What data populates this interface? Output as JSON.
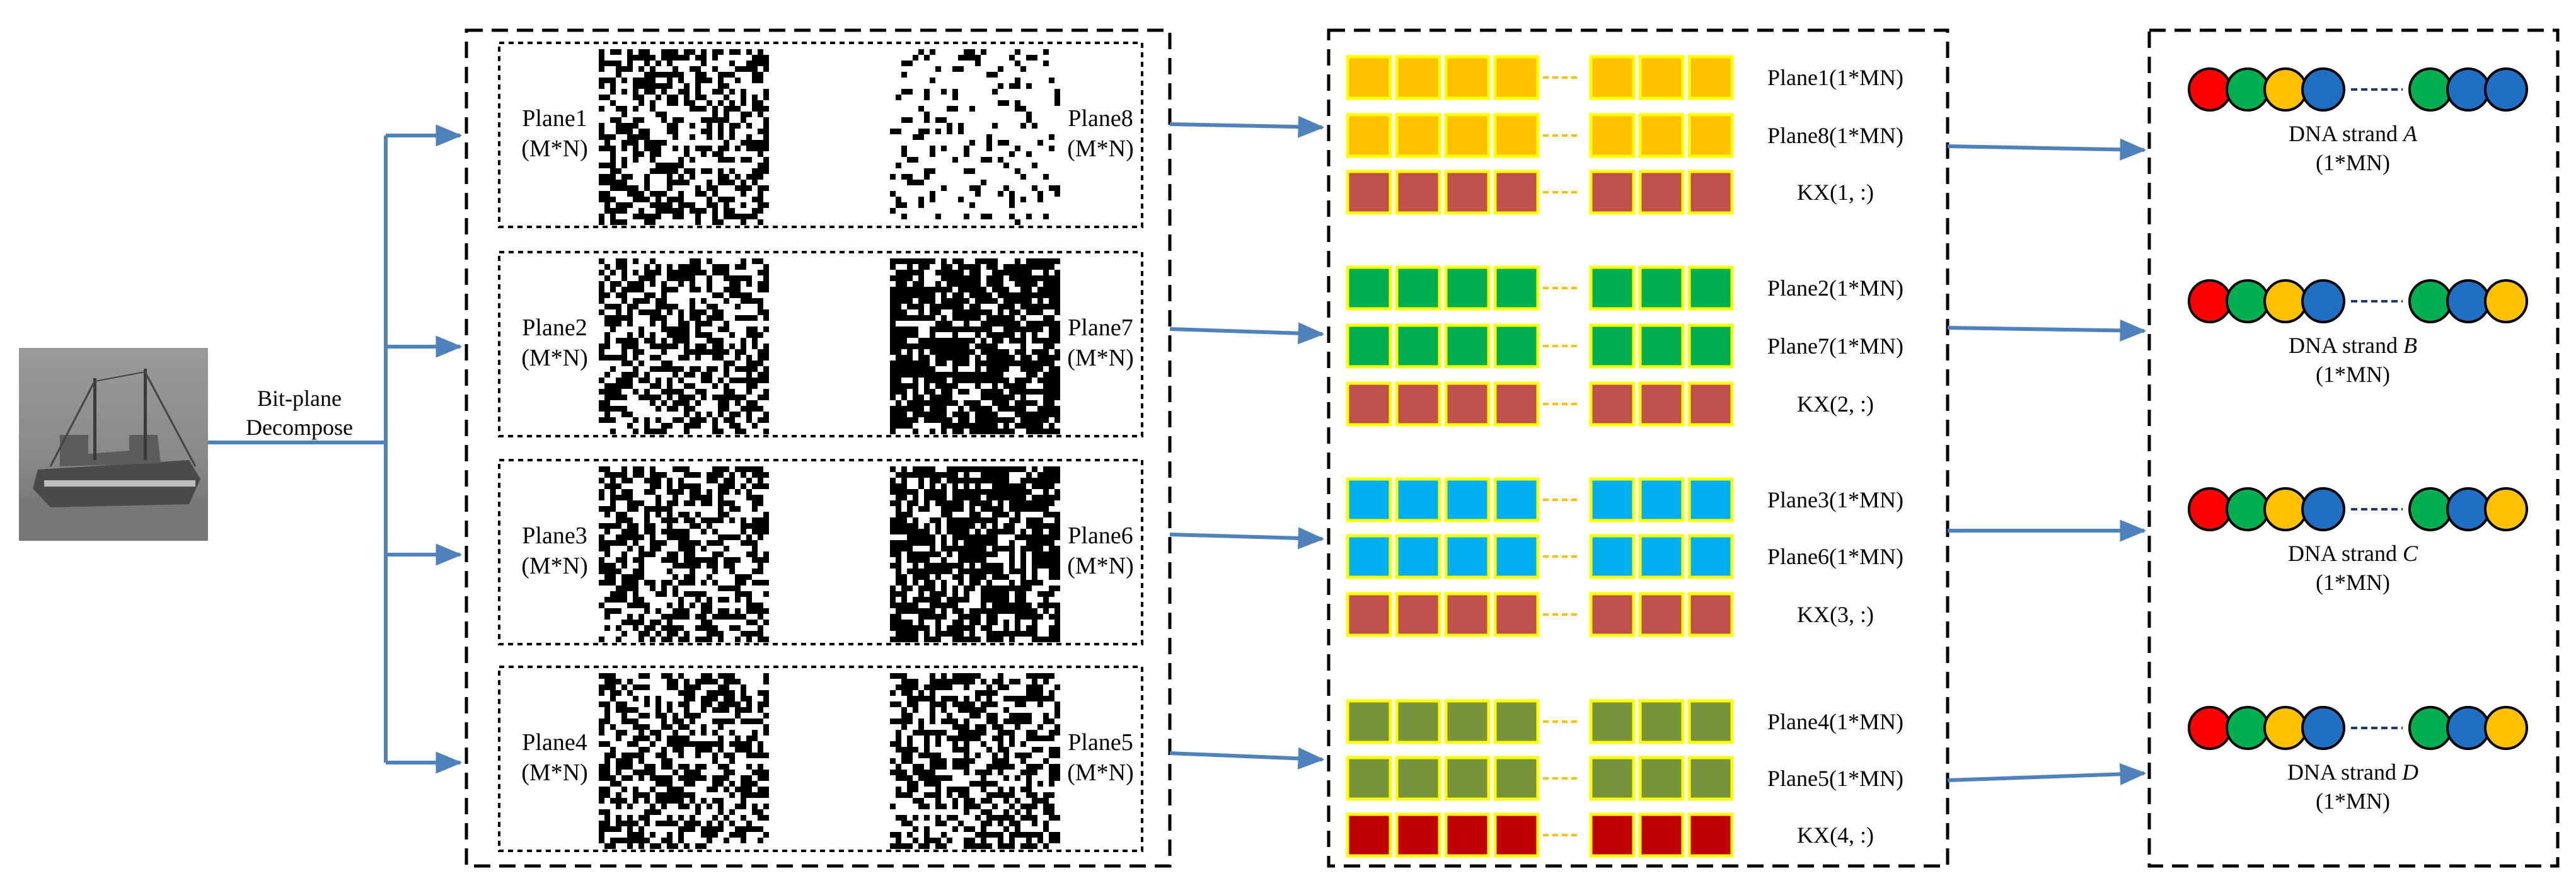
{
  "source": {
    "label_line1": "Bit-plane",
    "label_line2": "Decompose"
  },
  "plane_groups": [
    {
      "left_name": "Plane1",
      "left_size": "(M*N)",
      "right_name": "Plane8",
      "right_size": "(M*N)"
    },
    {
      "left_name": "Plane2",
      "left_size": "(M*N)",
      "right_name": "Plane7",
      "right_size": "(M*N)"
    },
    {
      "left_name": "Plane3",
      "left_size": "(M*N)",
      "right_name": "Plane6",
      "right_size": "(M*N)"
    },
    {
      "left_name": "Plane4",
      "left_size": "(M*N)",
      "right_name": "Plane5",
      "right_size": "(M*N)"
    }
  ],
  "sequence_groups": [
    {
      "rows": [
        {
          "label": "Plane1(1*MN)",
          "fill": "#FFC000"
        },
        {
          "label": "Plane8(1*MN)",
          "fill": "#FFC000"
        },
        {
          "label": "KX(1, :)",
          "fill": "#C0504D"
        }
      ]
    },
    {
      "rows": [
        {
          "label": "Plane2(1*MN)",
          "fill": "#00B050"
        },
        {
          "label": "Plane7(1*MN)",
          "fill": "#00B050"
        },
        {
          "label": "KX(2, :)",
          "fill": "#C0504D"
        }
      ]
    },
    {
      "rows": [
        {
          "label": "Plane3(1*MN)",
          "fill": "#00B0F0"
        },
        {
          "label": "Plane6(1*MN)",
          "fill": "#00B0F0"
        },
        {
          "label": "KX(3, :)",
          "fill": "#C0504D"
        }
      ]
    },
    {
      "rows": [
        {
          "label": "Plane4(1*MN)",
          "fill": "#77933C"
        },
        {
          "label": "Plane5(1*MN)",
          "fill": "#77933C"
        },
        {
          "label": "KX(4, :)",
          "fill": "#C00000"
        }
      ]
    }
  ],
  "dna_strands": [
    {
      "prefix": "DNA strand",
      "letter": "A",
      "size": "(1*MN)",
      "right_colors": [
        "#00B050",
        "#1F6FC4",
        "#1F6FC4"
      ]
    },
    {
      "prefix": "DNA strand",
      "letter": "B",
      "size": "(1*MN)",
      "right_colors": [
        "#00B050",
        "#1F6FC4",
        "#FFC000"
      ]
    },
    {
      "prefix": "DNA strand",
      "letter": "C",
      "size": "(1*MN)",
      "right_colors": [
        "#00B050",
        "#1F6FC4",
        "#FFC000"
      ]
    },
    {
      "prefix": "DNA strand",
      "letter": "D",
      "size": "(1*MN)",
      "right_colors": [
        "#00B050",
        "#1F6FC4",
        "#FFC000"
      ]
    }
  ],
  "colors": {
    "arrow": "#4F81BD",
    "cell_border": "#FFFF00",
    "ellipsis": "#FFC000",
    "dna_dash": "#1F3864",
    "dna_left": [
      "#FF0000",
      "#00B050",
      "#FFC000",
      "#1F6FC4"
    ]
  }
}
